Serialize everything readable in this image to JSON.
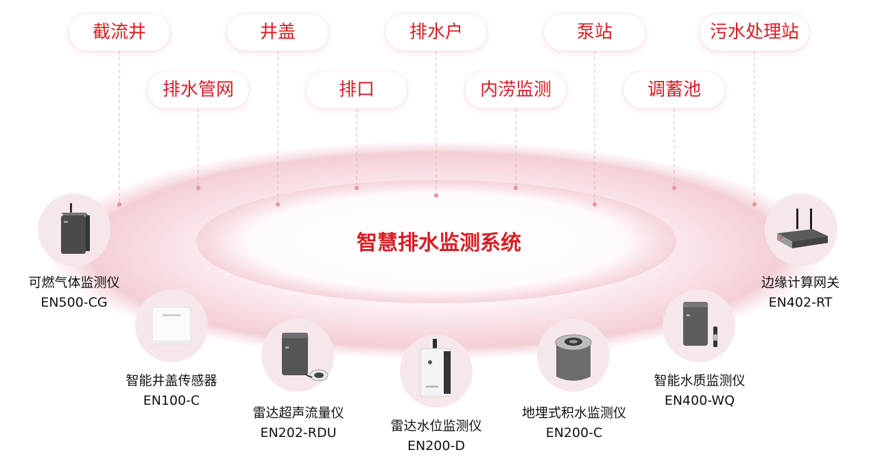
{
  "system_title": "智慧排水监测系统",
  "scenarios_top": [
    "截流井",
    "井盖",
    "排水户",
    "泵站",
    "污水处理站"
  ],
  "scenarios_bottom": [
    "排水管网",
    "排口",
    "内涝监测",
    "调蓄池"
  ],
  "devices": [
    {
      "name": "可燃气体监测仪",
      "model": "EN500-CG",
      "icon": "gas-monitor-device-icon"
    },
    {
      "name": "智能井盖传感器",
      "model": "EN100-C",
      "icon": "manhole-sensor-device-icon"
    },
    {
      "name": "雷达超声流量仪",
      "model": "EN202-RDU",
      "icon": "radar-flowmeter-device-icon"
    },
    {
      "name": "雷达水位监测仪",
      "model": "EN200-D",
      "icon": "radar-level-device-icon"
    },
    {
      "name": "地埋式积水监测仪",
      "model": "EN200-C",
      "icon": "buried-waterlogging-device-icon"
    },
    {
      "name": "智能水质监测仪",
      "model": "EN400-WQ",
      "icon": "water-quality-device-icon"
    },
    {
      "name": "边缘计算网关",
      "model": "EN402-RT",
      "icon": "edge-gateway-device-icon"
    }
  ],
  "colors": {
    "accent": "#d51d23",
    "ring": "#f3cfd4",
    "disc": "#f6e8ea"
  }
}
